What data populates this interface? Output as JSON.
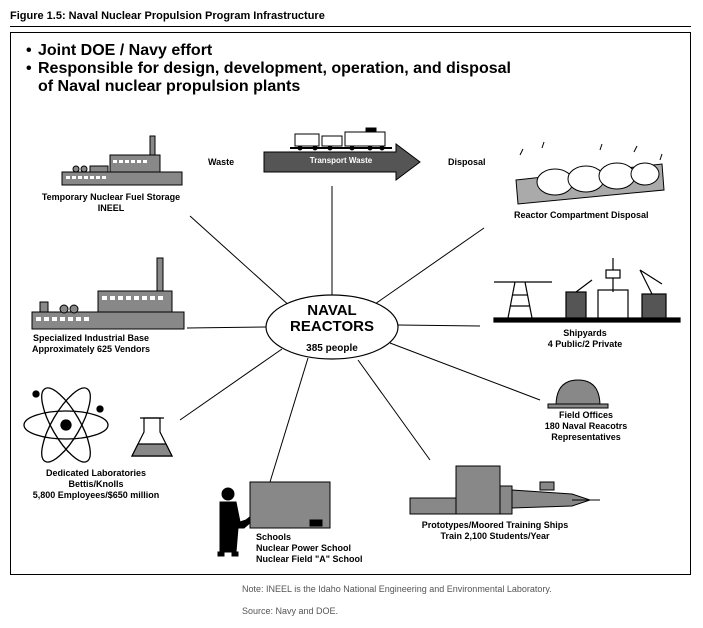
{
  "figure_title": "Figure 1.5: Naval Nuclear Propulsion Program Infrastructure",
  "bullets": [
    "Joint DOE / Navy effort",
    "Responsible for design, development, operation, and disposal",
    "of Naval nuclear propulsion plants"
  ],
  "center": {
    "title_line1": "NAVAL",
    "title_line2": "REACTORS",
    "people": "385 people"
  },
  "flow": {
    "waste": "Waste",
    "transport": "Transport Waste",
    "disposal": "Disposal"
  },
  "nodes": {
    "fuel_storage": [
      "Temporary Nuclear Fuel Storage",
      "INEEL"
    ],
    "compartment_disposal": [
      "Reactor Compartment Disposal"
    ],
    "industrial_base": [
      "Specialized Industrial Base",
      "Approximately 625 Vendors"
    ],
    "shipyards": [
      "Shipyards",
      "4 Public/2 Private"
    ],
    "field_offices": [
      "Field Offices",
      "180 Naval Reacotrs",
      "Representatives"
    ],
    "laboratories": [
      "Dedicated Laboratories",
      "Bettis/Knolls",
      "5,800 Employees/$650 million"
    ],
    "schools": [
      "Schools",
      "Nuclear Power School",
      "Nuclear Field \"A\" School"
    ],
    "prototypes": [
      "Prototypes/Moored Training Ships",
      "Train 2,100 Students/Year"
    ]
  },
  "notes": {
    "note": "Note: INEEL is the Idaho National Engineering and Environmental Laboratory.",
    "source": "Source: Navy and DOE."
  }
}
